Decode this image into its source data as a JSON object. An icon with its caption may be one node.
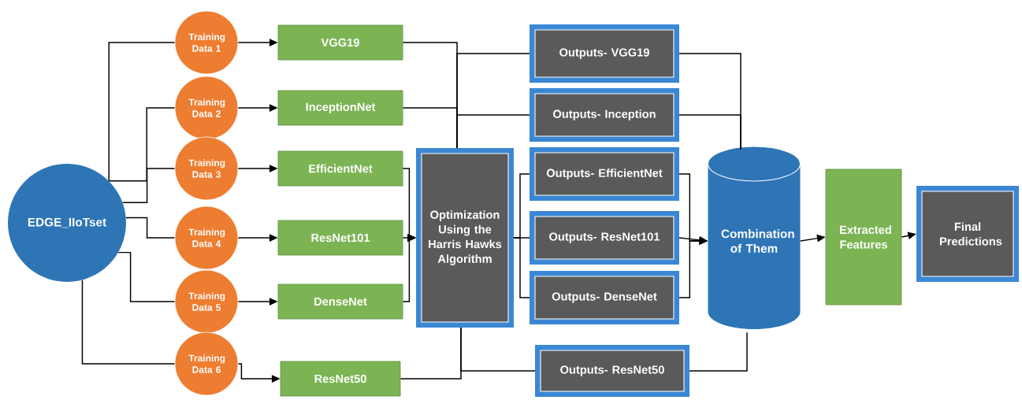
{
  "diagram": {
    "nodes": [
      {
        "text": [
          "EDGE_IIoTset"
        ]
      },
      {
        "text": [
          "Training Data 1"
        ]
      },
      {
        "text": [
          "Training Data 2"
        ]
      },
      {
        "text": [
          "Training Data 3"
        ]
      },
      {
        "text": [
          "Training Data 4"
        ]
      },
      {
        "text": [
          "Training Data 5"
        ]
      },
      {
        "text": [
          "Training Data 6"
        ]
      },
      {
        "text": [
          "VGG19"
        ]
      },
      {
        "text": [
          "InceptionNet"
        ]
      },
      {
        "text": [
          "EfficientNet"
        ]
      },
      {
        "text": [
          "ResNet101"
        ]
      },
      {
        "text": [
          "DenseNet"
        ]
      },
      {
        "text": [
          "ResNet50"
        ]
      },
      {
        "text": [
          "Optimization Using the Harris Hawks Algorithm"
        ]
      },
      {
        "text": [
          "Outputs- VGG19"
        ]
      },
      {
        "text": [
          "Outputs- Inception"
        ]
      },
      {
        "text": [
          "Outputs- EfficientNet"
        ]
      },
      {
        "text": [
          "Outputs- ResNet101"
        ]
      },
      {
        "text": [
          "Outputs- DenseNet"
        ]
      },
      {
        "text": [
          "Outputs- ResNet50"
        ]
      },
      {
        "text": [
          "Combination of Them"
        ]
      },
      {
        "text": [
          "Extracted Features"
        ]
      },
      {
        "text": [
          "Final Predictions"
        ]
      }
    ],
    "edges": [
      {
        "from": 0,
        "to": 1,
        "arrow": "none"
      },
      {
        "from": 0,
        "to": 2,
        "arrow": "none"
      },
      {
        "from": 0,
        "to": 3,
        "arrow": "none"
      },
      {
        "from": 0,
        "to": 4,
        "arrow": "none"
      },
      {
        "from": 0,
        "to": 5,
        "arrow": "none"
      },
      {
        "from": 0,
        "to": 6,
        "arrow": "none"
      },
      {
        "from": 1,
        "to": 7,
        "arrow": "to"
      },
      {
        "from": 2,
        "to": 8,
        "arrow": "to"
      },
      {
        "from": 3,
        "to": 9,
        "arrow": "to"
      },
      {
        "from": 4,
        "to": 10,
        "arrow": "to"
      },
      {
        "from": 5,
        "to": 11,
        "arrow": "to"
      },
      {
        "from": 6,
        "to": 12,
        "arrow": "to"
      },
      {
        "from": 7,
        "to": 13,
        "arrow": "none"
      },
      {
        "from": 8,
        "to": 13,
        "arrow": "none"
      },
      {
        "from": 9,
        "to": 13,
        "arrow": "to"
      },
      {
        "from": 10,
        "to": 13,
        "arrow": "to"
      },
      {
        "from": 11,
        "to": 13,
        "arrow": "to"
      },
      {
        "from": 12,
        "to": 13,
        "arrow": "none"
      },
      {
        "from": 13,
        "to": 14,
        "arrow": "none"
      },
      {
        "from": 13,
        "to": 15,
        "arrow": "none"
      },
      {
        "from": 13,
        "to": 16,
        "arrow": "none"
      },
      {
        "from": 13,
        "to": 17,
        "arrow": "none"
      },
      {
        "from": 13,
        "to": 18,
        "arrow": "none"
      },
      {
        "from": 13,
        "to": 19,
        "arrow": "none"
      },
      {
        "from": 14,
        "to": 20,
        "arrow": "none"
      },
      {
        "from": 15,
        "to": 20,
        "arrow": "none"
      },
      {
        "from": 16,
        "to": 20,
        "arrow": "to"
      },
      {
        "from": 17,
        "to": 20,
        "arrow": "to"
      },
      {
        "from": 18,
        "to": 20,
        "arrow": "to"
      },
      {
        "from": 19,
        "to": 20,
        "arrow": "none"
      },
      {
        "from": 20,
        "to": 21,
        "arrow": "to"
      },
      {
        "from": 21,
        "to": 22,
        "arrow": "to"
      }
    ]
  }
}
